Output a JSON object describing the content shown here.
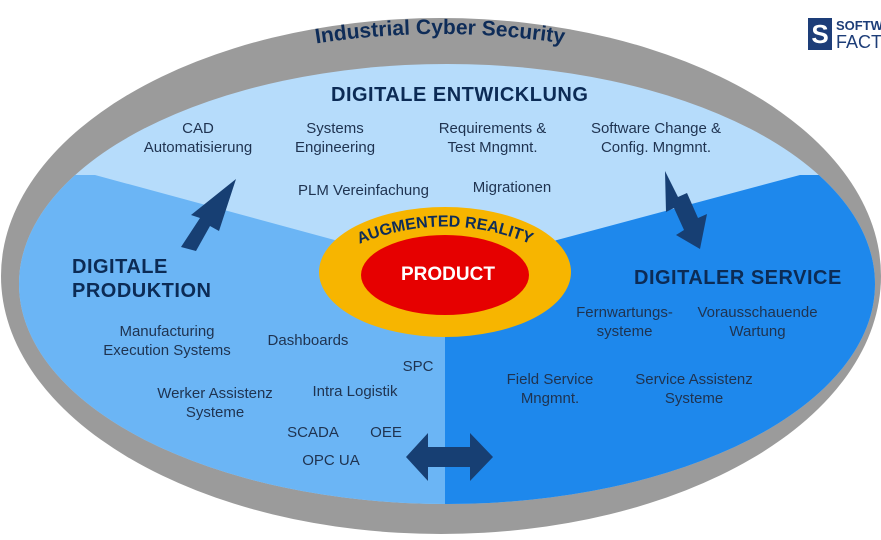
{
  "outer_ring": {
    "label": "Industrial Cyber Security"
  },
  "center": {
    "ring_label": "AUGMENTED REALITY",
    "core_label": "PRODUCT"
  },
  "sections": {
    "entwicklung": {
      "title": "DIGITALE ENTWICKLUNG",
      "items": [
        "CAD\nAutomatisierung",
        "Systems\nEngineering",
        "Requirements &\nTest Mngmnt.",
        "Software Change &\nConfig. Mngmnt.",
        "PLM Vereinfachung",
        "Migrationen"
      ]
    },
    "produktion": {
      "title": "DIGITALE\nPRODUKTION",
      "items": [
        "Manufacturing\nExecution Systems",
        "Dashboards",
        "SPC",
        "Werker Assistenz\nSysteme",
        "Intra Logistik",
        "SCADA",
        "OEE",
        "OPC UA"
      ]
    },
    "service": {
      "title": "DIGITALER SERVICE",
      "items": [
        "Fernwartungs-\nsysteme",
        "Vorausschauende\nWartung",
        "Field Service\nMngmnt.",
        "Service Assistenz\nSysteme"
      ]
    }
  },
  "logo": {
    "mark": "S",
    "line1": "SOFTW",
    "line2": "FACT"
  },
  "colors": {
    "outer_ring": "#9b9b9b",
    "entwicklung": "#b6dcfb",
    "produktion": "#6bb5f5",
    "service": "#1e88ec",
    "center_ring": "#f7b500",
    "center_core": "#e60000",
    "arrows": "#173f73",
    "text_dark": "#1f3350"
  }
}
